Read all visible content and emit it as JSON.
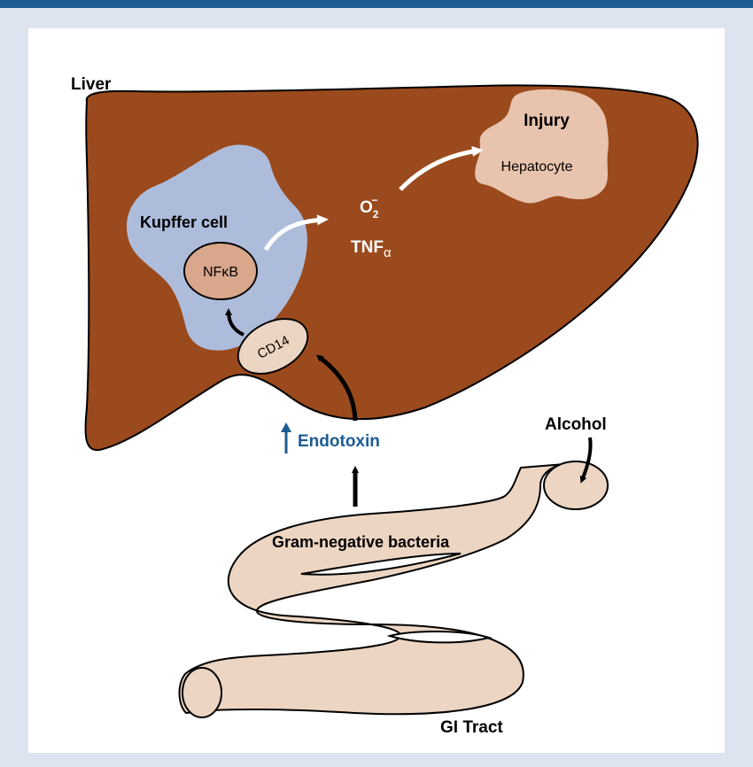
{
  "labels": {
    "liver": "Liver",
    "kupffer_cell": "Kupffer cell",
    "nfkb": "NFκB",
    "cd14": "CD14",
    "o2": "O",
    "o2_sub": "2",
    "o2_sup": "−",
    "tnf": "TNF",
    "tnf_sub": "α",
    "injury": "Injury",
    "hepatocyte": "Hepatocyte",
    "endotoxin": "Endotoxin",
    "alcohol": "Alcohol",
    "gram_negative": "Gram-negative bacteria",
    "gi_tract": "GI Tract"
  },
  "colors": {
    "frame": "#dde3ef",
    "top_bar": "#1d5c93",
    "liver": "#9a4a1c",
    "kupffer": "#aebcdc",
    "cell_pink": "#d9a78b",
    "hepatocyte": "#e8c3ad",
    "gut": "#ecd5c2",
    "endotoxin_text": "#1d5c93",
    "arrow_white": "#ffffff",
    "arrow_black": "#000000"
  }
}
